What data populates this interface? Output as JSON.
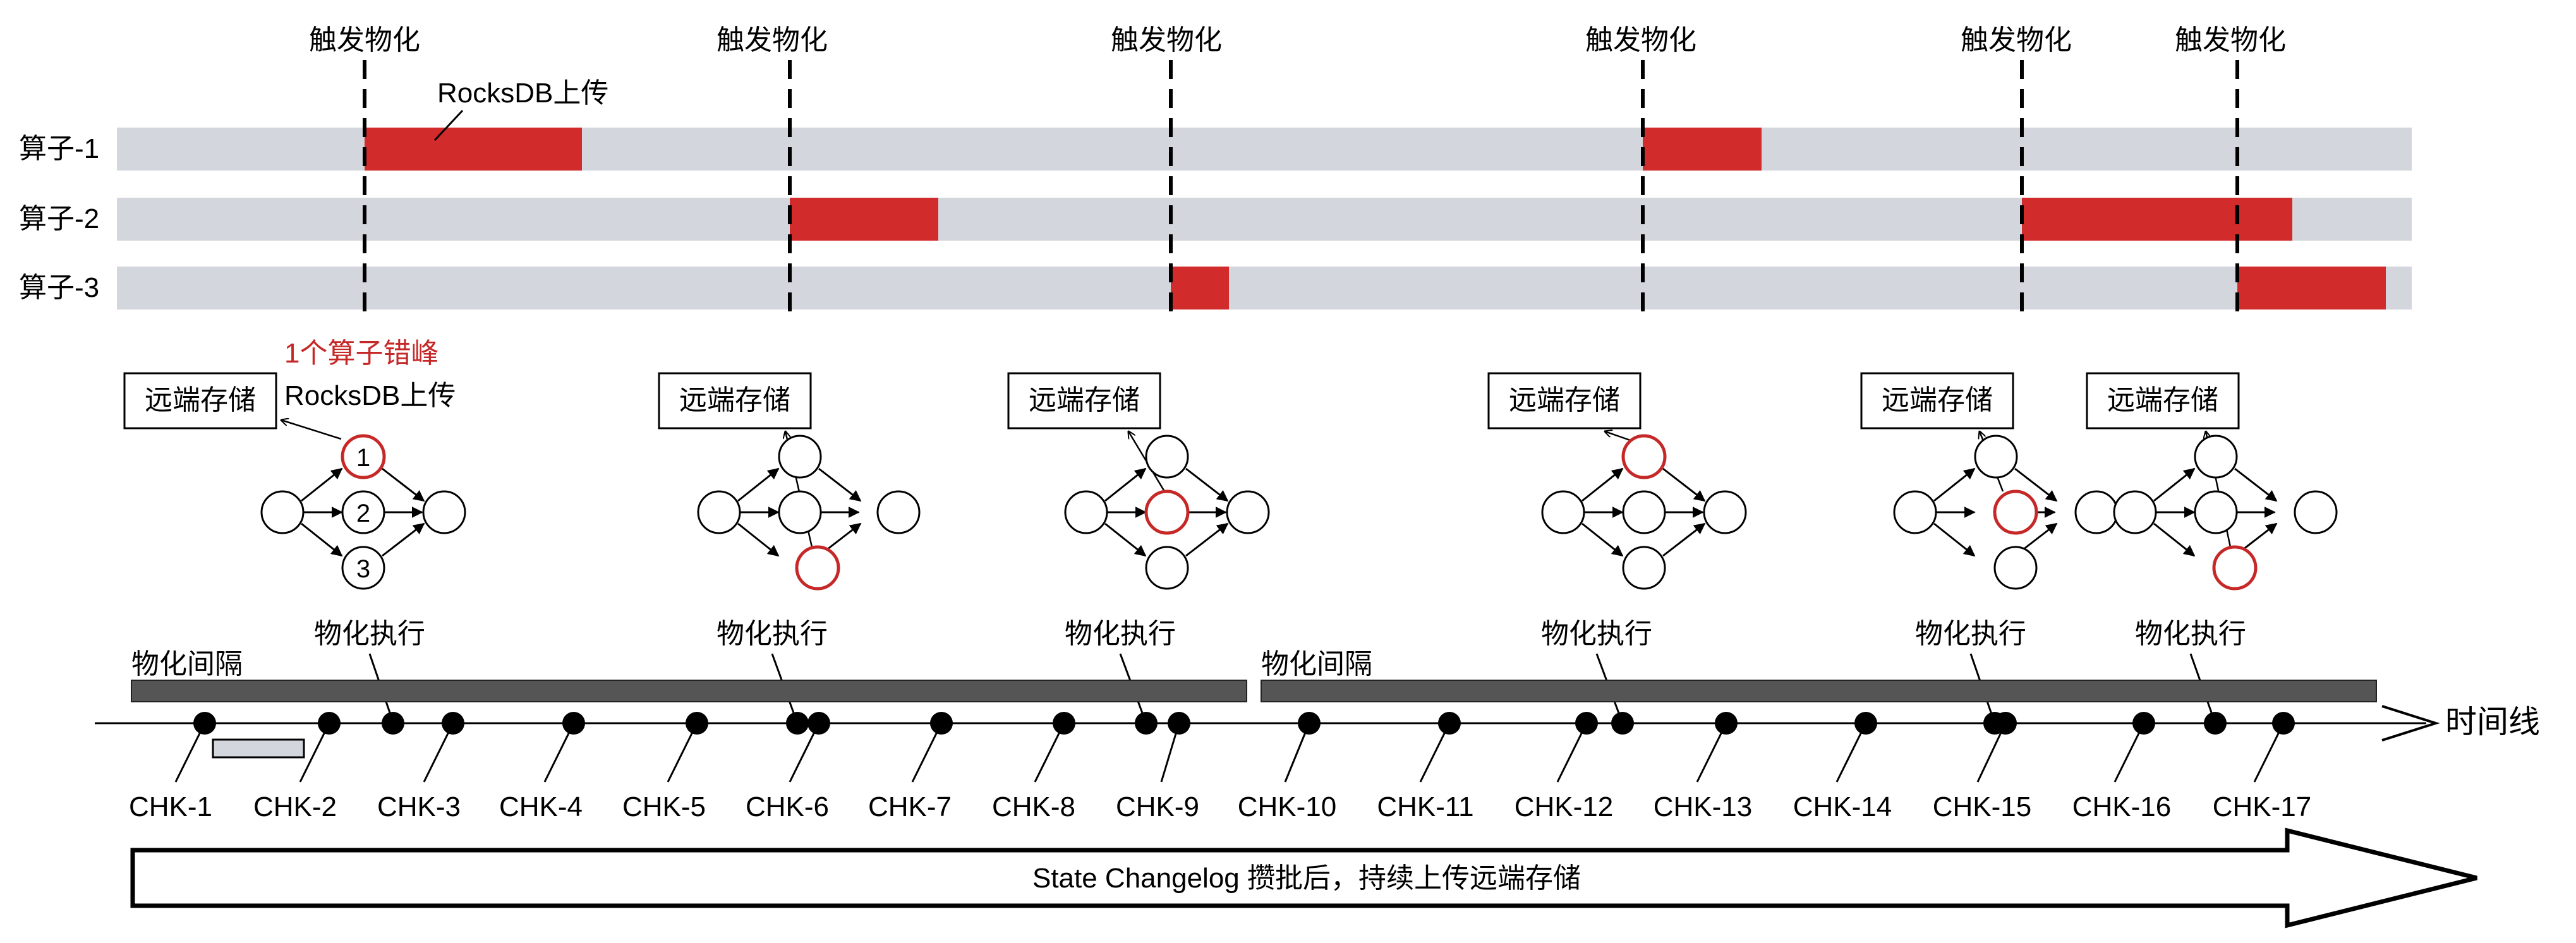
{
  "trigger_label": "触发物化",
  "operators": [
    "算子-1",
    "算子-2",
    "算子-3"
  ],
  "rocksdb_upload_label": "RocksDB上传",
  "stagger_note": "1个算子错峰",
  "stagger_note_line2": "RocksDB上传",
  "remote_storage_label": "远端存储",
  "dag_node_labels": [
    "1",
    "2",
    "3"
  ],
  "execute_label": "物化执行",
  "interval_label": "物化间隔",
  "checkpoints": [
    "CHK-1",
    "CHK-2",
    "CHK-3",
    "CHK-4",
    "CHK-5",
    "CHK-6",
    "CHK-7",
    "CHK-8",
    "CHK-9",
    "CHK-10",
    "CHK-11",
    "CHK-12",
    "CHK-13",
    "CHK-14",
    "CHK-15",
    "CHK-16",
    "CHK-17"
  ],
  "timeline_label": "时间线",
  "changelog_label": "State Changelog 攒批后，持续上传远端存储",
  "colors": {
    "upload_red": "#d12b2b",
    "track_gray": "#d3d6dc",
    "interval_bar": "#555555",
    "highlight_node": "#c62828"
  }
}
